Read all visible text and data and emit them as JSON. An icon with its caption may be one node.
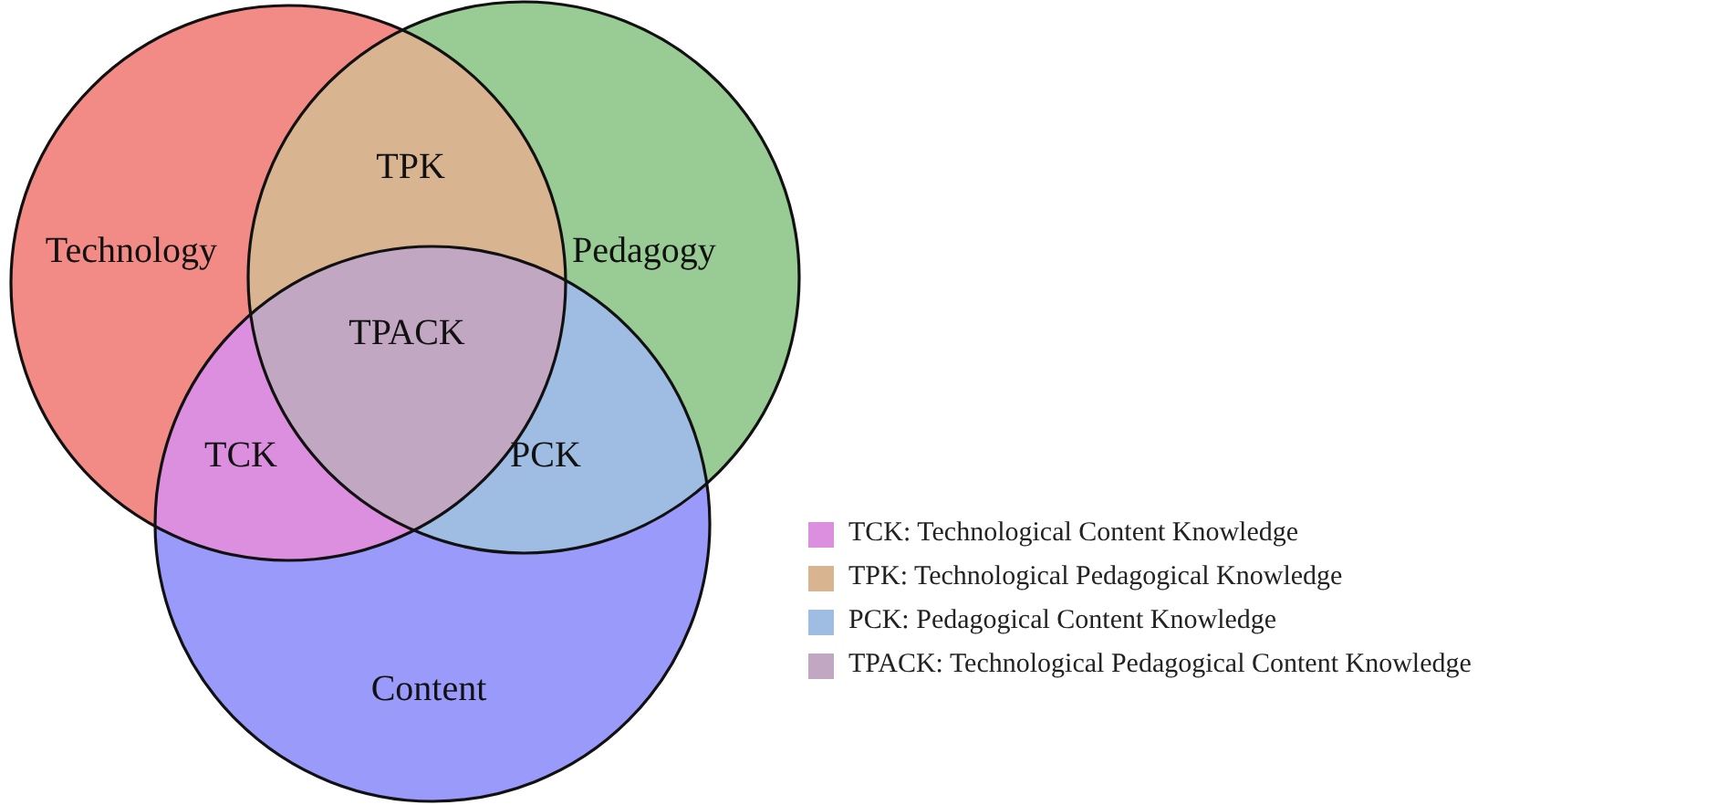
{
  "diagram": {
    "nodes": [
      {
        "text": [
          "Technology"
        ]
      },
      {
        "text": [
          "TPK"
        ]
      },
      {
        "text": [
          "Pedagogy"
        ]
      },
      {
        "text": [
          "TPACK"
        ]
      },
      {
        "text": [
          "TCK"
        ]
      },
      {
        "text": [
          "PCK"
        ]
      },
      {
        "text": [
          "Content"
        ]
      }
    ],
    "legend": [
      {
        "text": "TCK: Technological Content Knowledge",
        "color": "#dc8edf"
      },
      {
        "text": "TPK: Technological Pedagogical Knowledge",
        "color": "#d9b491"
      },
      {
        "text": "PCK: Pedagogical Content Knowledge",
        "color": "#9fbde3"
      },
      {
        "text": "TPACK: Technological Pedagogical Content Knowledge",
        "color": "#c2a7c2"
      }
    ]
  }
}
